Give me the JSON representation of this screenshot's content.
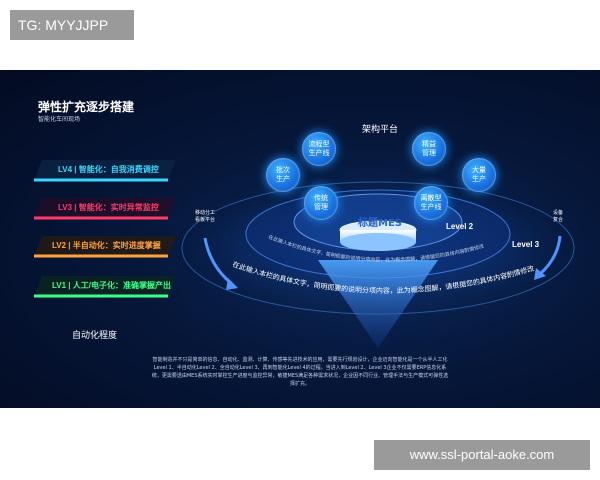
{
  "watermarks": {
    "tag": "TG: MYYJJPP",
    "url": "www.ssl-portal-aoke.com"
  },
  "banner": {
    "left_title": "弹性扩充逐步搭建",
    "left_subtitle": "智能化车间现场",
    "axis_label": "自动化程度",
    "layers": [
      {
        "label": "LV4 | 智能化：自我消费调控",
        "color": "#3ad6ff"
      },
      {
        "label": "LV3 | 智能化：实时异常监控",
        "color": "#ff3a6a"
      },
      {
        "label": "LV2 | 半自动化：实时进度掌握",
        "color": "#ffa43a"
      },
      {
        "label": "LV1 | 人工/电子化：准确掌握产出",
        "color": "#3aff8a"
      }
    ],
    "platform_title": "架构平台",
    "nodes": [
      {
        "label": "流程型\n生产线"
      },
      {
        "label": "精益\n管理"
      },
      {
        "label": "批次\n生产"
      },
      {
        "label": "大量\n生产"
      },
      {
        "label": "传统\n管理"
      },
      {
        "label": "离散型\n生产线"
      }
    ],
    "mes_label": "标题MES",
    "levels": [
      "Level 2",
      "Level 3"
    ],
    "left_side_label": "移动分工\n看板平台",
    "right_side_label": "设备\n复合",
    "inner_ring_text": "在此输入本栏的具体文字，简明扼要的说明分项内容，此为概念图解，请根据您的具体内容酌情修改",
    "outer_ring_text": "在此输入本栏的具体文字，简明扼要的说明分项内容，此为概念图解，请根据您的具体内容酌情修改",
    "bottom_paragraph": "智能制造并不只是简单的信息、自动化、监测、计算、传感等先进技术的应用，需要先行规划设计，企业迈向智能化是一个从半人工化Level 1、半自动化Level 2、全自动化Level 3、再到智能化Level 4的过程。当进入到Level 2、Level 3企业不仅需要ERP信息化系统，更需要透由MES系统实时掌控生产进度与监控异常，敏捷MES满足各种需求状况，企业因不同行业、管理手法与生产模式可弹性选择扩充。"
  }
}
